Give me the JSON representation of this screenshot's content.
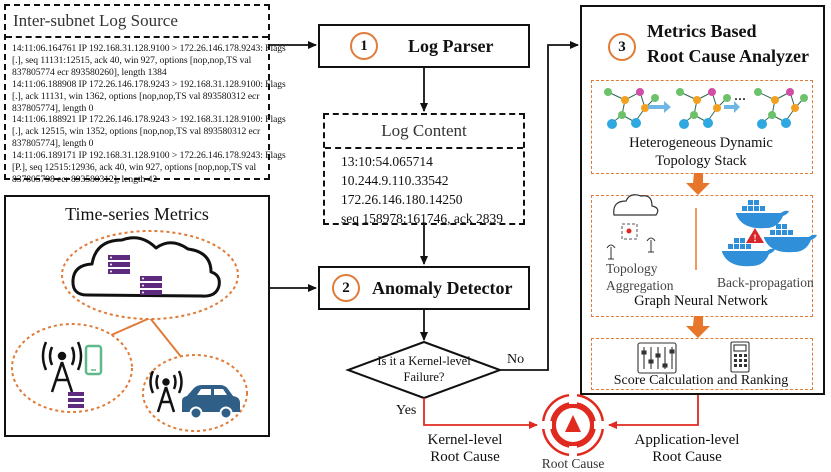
{
  "log_source": {
    "title": "Inter-subnet Log Source",
    "lines": "14:11:06.164761 IP 192.168.31.128.9100 > 172.26.146.178.9243: Flags\n[.], seq 11131:12515, ack 40, win 927, options [nop,nop,TS val\n837805774 ecr 893580260], length 1384\n14:11:06.188908 IP 172.26.146.178.9243 > 192.168.31.128.9100: Flags\n[.], ack 11131, win 1362, options [nop,nop,TS val 893580312 ecr\n837805774], length 0\n14:11:06.188921 IP 172.26.146.178.9243 > 192.168.31.128.9100: Flags\n[.], ack 12515, win 1352, options [nop,nop,TS val 893580312 ecr\n837805774], length 0\n14:11:06.189171 IP 192.168.31.128.9100 > 172.26.146.178.9243: Flags\n[P.], seq 12515:12936, ack 40, win 927, options [nop,nop,TS val\n837805798 ecr 893580312], length 42"
  },
  "time_series": {
    "title": "Time-series Metrics"
  },
  "log_parser": {
    "num": "1",
    "label": "Log Parser"
  },
  "log_content": {
    "title": "Log Content",
    "lines": "13:10:54.065714\n10.244.9.110.33542\n172.26.146.180.14250\nseq 158978:161746, ack 2839"
  },
  "anomaly": {
    "num": "2",
    "label": "Anomaly Detector"
  },
  "decision": {
    "line1": "Is it a Kernel-level",
    "line2": "Failure?",
    "yes": "Yes",
    "no": "No"
  },
  "analyzer": {
    "num": "3",
    "title1": "Metrics Based",
    "title2": "Root Cause Analyzer",
    "hdt1": "Heterogeneous Dynamic",
    "hdt2": "Topology Stack",
    "ellipsis": "...",
    "topo1": "Topology",
    "topo2": "Aggregation",
    "backprop": "Back-propagation",
    "gnn": "Graph Neural Network",
    "score": "Score Calculation and Ranking"
  },
  "outputs": {
    "kernel1": "Kernel-level",
    "kernel2": "Root Cause",
    "app1": "Application-level",
    "app2": "Root Cause",
    "root": "Root Cause"
  }
}
